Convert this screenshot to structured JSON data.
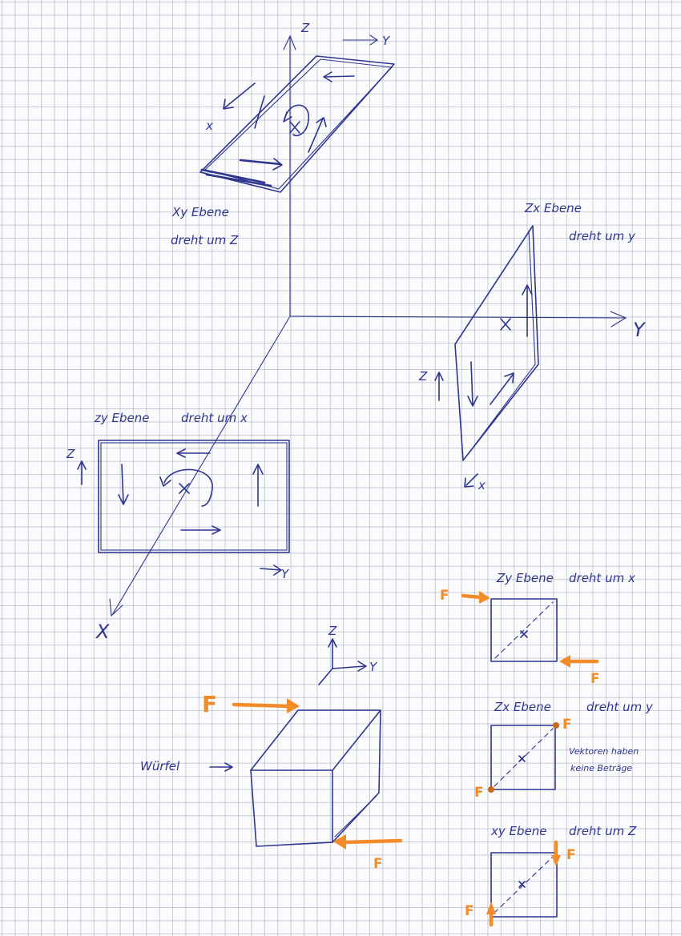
{
  "axes_labels": {
    "main_z": "Z",
    "main_y": "Y",
    "main_x": "X"
  },
  "xy_plane": {
    "title_line1": "Xy Ebene",
    "title_line2": "dreht um Z",
    "axis_y": "Y",
    "axis_x": "x"
  },
  "zx_plane": {
    "title_line1": "Zx Ebene",
    "title_line2": "dreht um y",
    "axis_z": "Z",
    "axis_x": "x"
  },
  "zy_plane": {
    "title": "zy Ebene",
    "rotation": "dreht um x",
    "axis_z": "Z",
    "axis_y": "Y"
  },
  "cube": {
    "label": "Würfel",
    "force_label": "F",
    "axis_z": "Z",
    "axis_y": "Y"
  },
  "small_zy": {
    "title": "Zy Ebene",
    "rotation": "dreht um x",
    "force_label": "F"
  },
  "small_zx": {
    "title": "Zx Ebene",
    "rotation": "dreht um y",
    "note_line1": "Vektoren haben",
    "note_line2": "keine Beträge",
    "force_label": "F"
  },
  "small_xy": {
    "title": "xy Ebene",
    "rotation": "dreht um Z",
    "force_label": "F"
  },
  "colors": {
    "ink": "#2d3590",
    "force": "#f28c28",
    "grid": "#7882a0"
  }
}
